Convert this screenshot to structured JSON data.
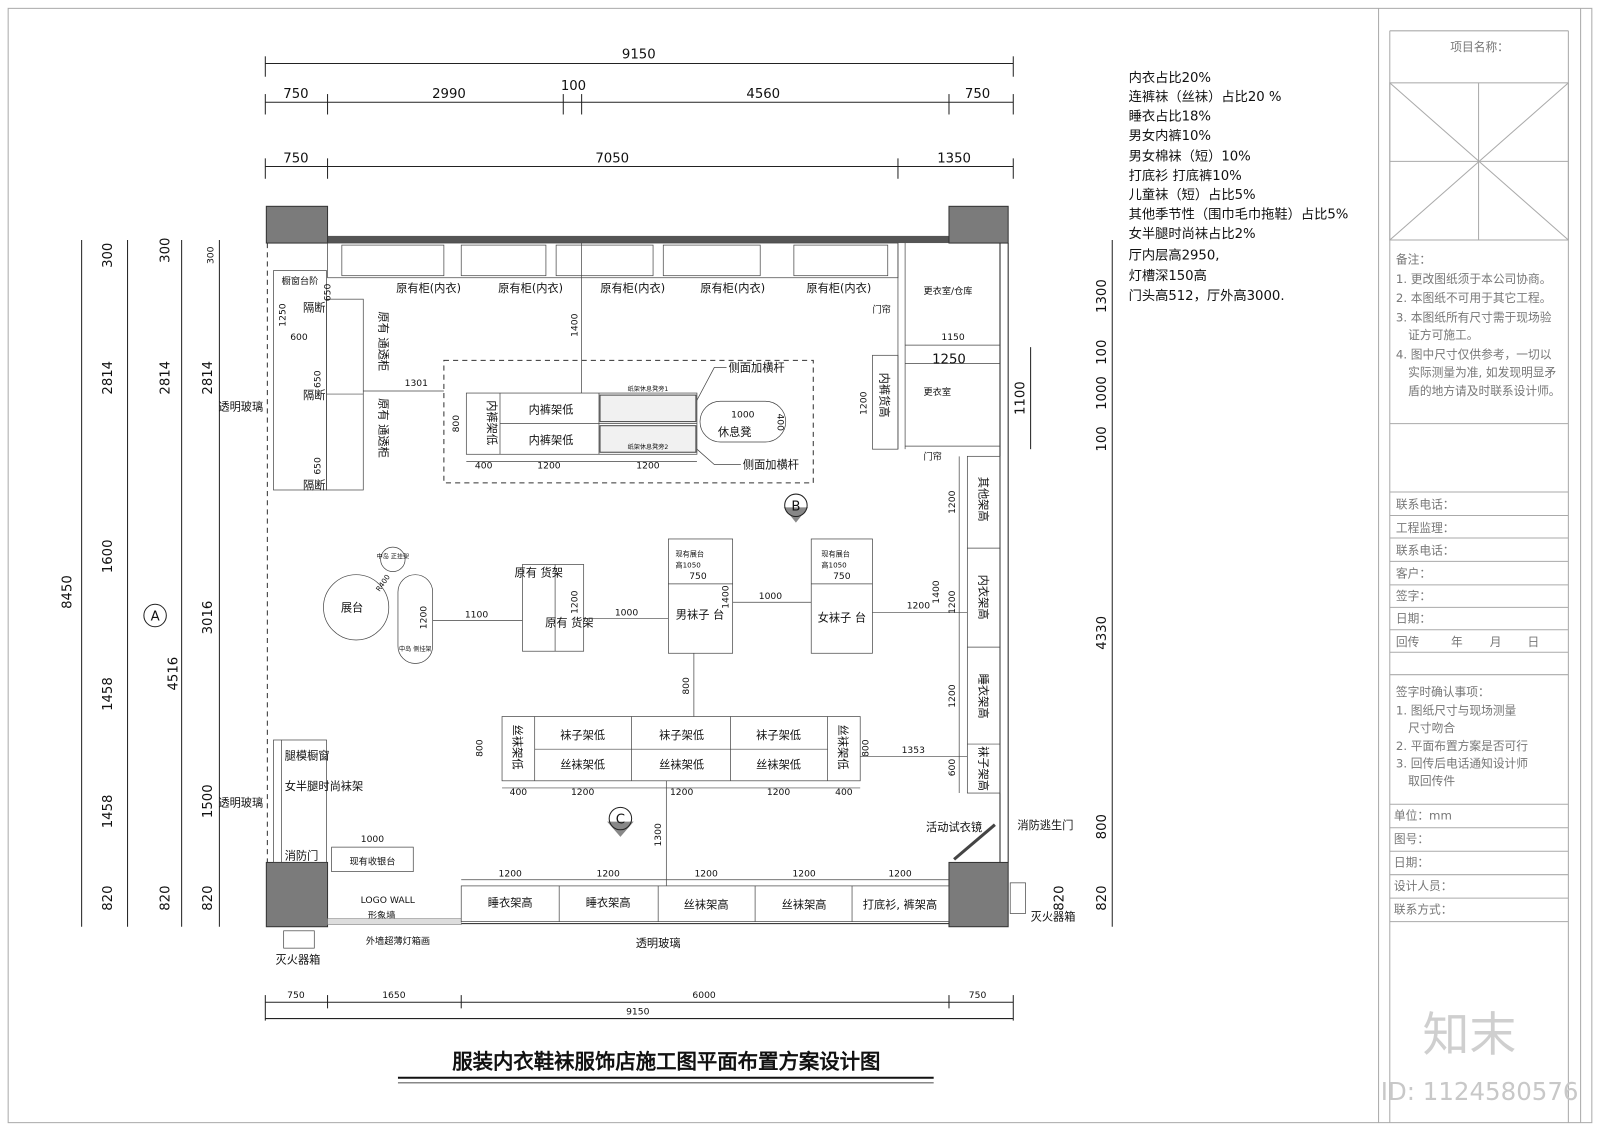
{
  "title": "服装内衣鞋袜服饰店施工图平面布置方案设计图",
  "colors": {
    "column": "#7b7b7b",
    "line": "#222222",
    "titleblock": "#aaaaaa"
  },
  "dims": {
    "top_total": "9150",
    "top_row2": [
      "750",
      "2990",
      "100",
      "4560",
      "750"
    ],
    "top_row3": [
      "750",
      "7050",
      "1350"
    ],
    "bottom_row": [
      "750",
      "1650",
      "6000",
      "750"
    ],
    "bottom_total": "9150",
    "left_total": "8450",
    "left_col1": [
      "300",
      "2814",
      "1600",
      "1458",
      "1458",
      "820"
    ],
    "left_col2": [
      "300",
      "2814",
      "4516",
      "820"
    ],
    "left_col3": [
      "300",
      "2814",
      "3016",
      "1500",
      "820"
    ],
    "right_col": [
      "1300",
      "100",
      "1000",
      "100",
      "4330",
      "800",
      "820"
    ],
    "right_inner": "1100"
  },
  "notes": [
    "内衣占比20%",
    "连裤袜（丝袜）占比20 %",
    "睡衣占比18%",
    "男女内裤10%",
    "男女棉袜（短）10%",
    "打底衫 打底裤10%",
    "儿童袜（短）占比5%",
    "其他季节性（围巾毛巾拖鞋）占比5%",
    "女半腿时尚袜占比2%",
    "厅内层高2950,",
    "灯槽深150高",
    "门头高512，厅外高3000."
  ],
  "plan": {
    "top_cabinets": [
      "原有柜(内衣)",
      "原有柜(内衣)",
      "原有柜(内衣)",
      "原有柜(内衣)",
      "原有柜(内衣)"
    ],
    "window_step": "橱窗台阶",
    "partition": "隔断",
    "window_dims": [
      "650",
      "1250",
      "600",
      "650",
      "650"
    ],
    "orig_cabinet": "原有  通透柜",
    "glass": "透明玻璃",
    "dim_1301": "1301",
    "dim_1400": "1400",
    "underwear_low_v": "内裤架低",
    "underwear_low": "内裤架低",
    "bench_shelf1": "纸架休息凳旁1",
    "bench_shelf2": "纸架休息凳旁2",
    "side_bar": "侧面加横杆",
    "bench": "休息凳",
    "bench_dims": [
      "1000",
      "400"
    ],
    "island_dims": [
      "800",
      "400",
      "1200",
      "1200"
    ],
    "marker_b": "B",
    "marker_a": "A",
    "marker_c": "C",
    "fitting_storage": "更衣室/仓库",
    "fitting": "更衣室",
    "curtain": "门帘",
    "fitting_dims": [
      "1150",
      "1250",
      "1200"
    ],
    "underwear_shelf_high": "内裤货高",
    "display_table": "展台",
    "radius": "R400",
    "center_rack_front": "中岛 正挂架",
    "center_rack_side": "中岛 侧挂架",
    "dim_1200": "1200",
    "dim_1100": "1100",
    "orig_rack": "原有 货架",
    "dim_1000": "1000",
    "existing_table": "现有展台",
    "height_1050": "高1050",
    "dim_750": "750",
    "mens_sock_table": "男袜子  台",
    "womens_sock_table": "女袜子  台",
    "right_shelves": [
      "其他架高",
      "内衣架高",
      "睡衣架高",
      "袜子架高"
    ],
    "right_shelf_dims": [
      "1200",
      "1200",
      "1200",
      "600"
    ],
    "dim_1353": "1353",
    "dim_800": "800",
    "stocking_low": "丝袜架低",
    "sock_low": "袜子架低",
    "center_dims": [
      "400",
      "1200",
      "1200",
      "1200",
      "400"
    ],
    "dim_1300": "1300",
    "mirror": "活动试衣镜",
    "fire_exit": "消防逃生门",
    "leg_window": "腿模橱窗",
    "half_leg_rack": "女半腿时尚袜架",
    "fire_door": "消防门",
    "cashier": "现有收银台",
    "logo_wall": "LOGO WALL",
    "image_wall": "形象墙",
    "lightbox": "外墙超薄灯箱画",
    "extinguisher": "灭火器箱",
    "bottom_shelves": [
      "睡衣架高",
      "睡衣架高",
      "丝袜架高",
      "丝袜架高",
      "打底衫, 裤架高"
    ],
    "bottom_shelf_dims": [
      "1200",
      "1200",
      "1200",
      "1200",
      "1200"
    ]
  },
  "titleblock": {
    "project_name": "项目名称：",
    "remarks_title": "备注：",
    "remarks": [
      "1. 更改图纸须于本公司协商。",
      "2. 本图纸不可用于其它工程。",
      "3. 本图纸所有尺寸需于现场验",
      "证方可施工。",
      "4. 图中尺寸仅供参考，一切以",
      "实际测量为准, 如发现明显矛",
      "盾的地方请及时联系设计师。"
    ],
    "fields1": [
      "联系电话：",
      "工程监理：",
      "联系电话：",
      "客户：",
      "签字：",
      "日期："
    ],
    "return_row": [
      "回传",
      "年",
      "月",
      "日"
    ],
    "confirm_title": "签字时确认事项：",
    "confirm": [
      "1. 图纸尺寸与现场测量",
      "尺寸吻合",
      "2. 平面布置方案是否可行",
      "3. 回传后电话通知设计师",
      "取回传件"
    ],
    "fields2": [
      "单位：mm",
      "图号：",
      "日期：",
      "设计人员：",
      "联系方式："
    ],
    "logo": "知末",
    "id": "ID: 1124580576"
  }
}
